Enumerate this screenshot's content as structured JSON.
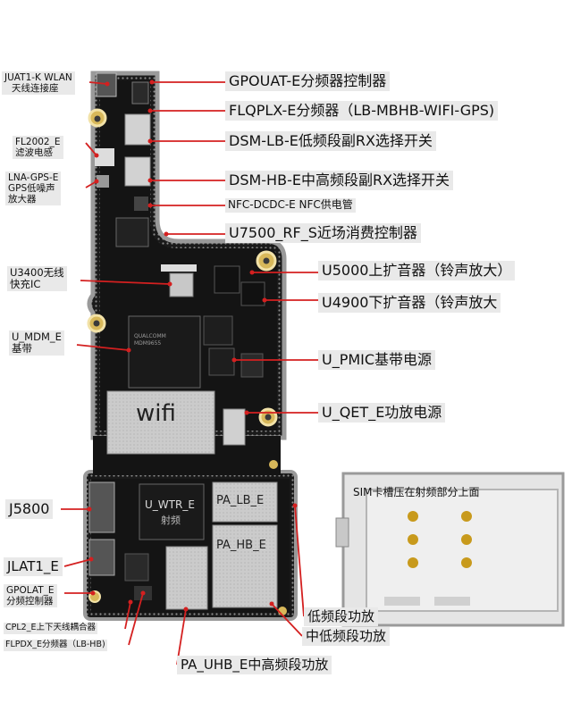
{
  "labels": {
    "gpouat": "GPOUAT-E分频器控制器",
    "flqplx": "FLQPLX-E分频器（LB-MBHB-WIFI-GPS)",
    "dsm_lb": "DSM-LB-E低频段副RX选择开关",
    "dsm_hb": "DSM-HB-E中高频段副RX选择开关",
    "nfc_dcdc": "NFC-DCDC-E NFC供电管",
    "u7500": "U7500_RF_S近场消费控制器",
    "u5000": "U5000上扩音器（铃声放大）",
    "u4900": "U4900下扩音器（铃声放大",
    "u_pmic": "U_PMIC基带电源",
    "u_qet": "U_QET_E功放电源",
    "sim_note": "SIM卡槽压在射频部分上面",
    "low_band_pa": "低频段功放",
    "mid_low_band_pa": "中低频段功放",
    "pa_uhb": "PA_UHB_E中高频段功放",
    "juat1_l1": "JUAT1-K WLAN",
    "juat1_l2": "天线连接座",
    "fl2002_l1": "FL2002_E",
    "fl2002_l2": "滤波电感",
    "lna_gps_l1": "LNA-GPS-E",
    "lna_gps_l2": "GPS低噪声",
    "lna_gps_l3": "放大器",
    "u3400_l1": "U3400无线",
    "u3400_l2": "快充IC",
    "u_mdm_l1": "U_MDM_E",
    "u_mdm_l2": "基带",
    "j5800": "J5800",
    "jlat1": "JLAT1_E",
    "gpolat_l1": "GPOLAT_E",
    "gpolat_l2": "分频控制器",
    "cpl2": "CPL2_E上下天线耦合器",
    "flpdx": "FLPDX_E分频器（LB-HB)"
  },
  "chips": {
    "wifi": "wifi",
    "u_wtr_1": "U_WTR_E",
    "u_wtr_2": "射频",
    "pa_lb": "PA_LB_E",
    "pa_hb": "PA_HB_E"
  },
  "colors": {
    "pointer": "#d42020",
    "label_bg": "#e9e9e9",
    "board": "#141414",
    "board_edge": "#9a9a9a",
    "shield": "#cfcfcf",
    "pad": "#d8b85a"
  }
}
